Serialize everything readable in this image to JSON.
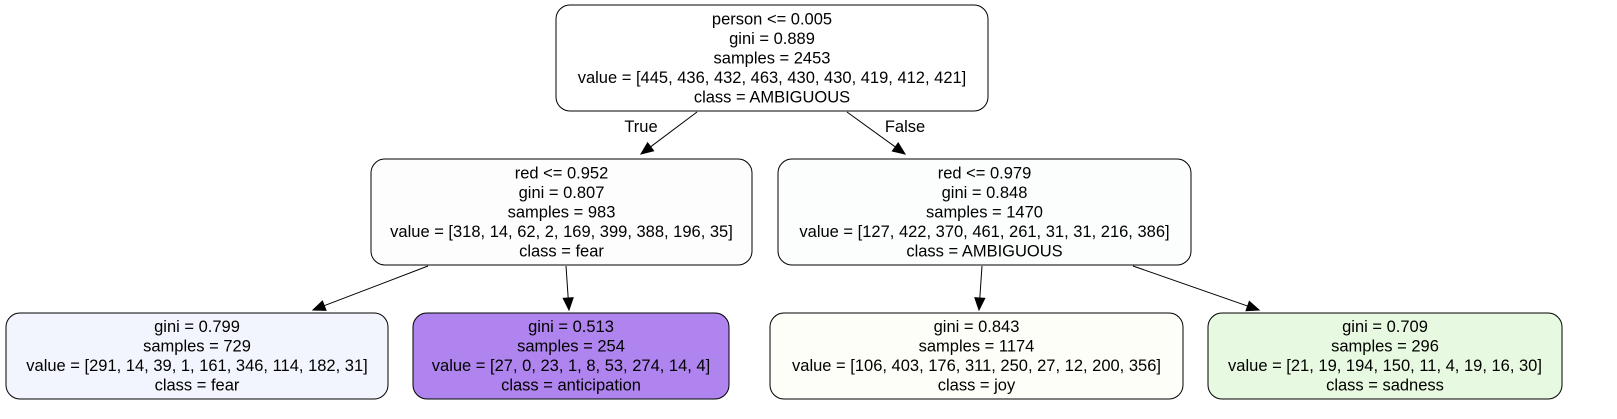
{
  "tree": {
    "nodes": [
      {
        "id": "root",
        "lines": [
          "person <= 0.005",
          "gini = 0.889",
          "samples = 2453",
          "value = [445, 436, 432, 463, 430, 430, 419, 412, 421]",
          "class = AMBIGUOUS"
        ],
        "fill": "#ffffff"
      },
      {
        "id": "left",
        "lines": [
          "red <= 0.952",
          "gini = 0.807",
          "samples = 983",
          "value = [318, 14, 62, 2, 169, 399, 388, 196, 35]",
          "class = fear"
        ],
        "fill": "#fdfdfe"
      },
      {
        "id": "right",
        "lines": [
          "red <= 0.979",
          "gini = 0.848",
          "samples = 1470",
          "value = [127, 422, 370, 461, 261, 31, 31, 216, 386]",
          "class = AMBIGUOUS"
        ],
        "fill": "#fcfefd"
      },
      {
        "id": "ll",
        "lines": [
          "gini = 0.799",
          "samples = 729",
          "value = [291, 14, 39, 1, 161, 346, 114, 182, 31]",
          "class = fear"
        ],
        "fill": "#f2f5fd"
      },
      {
        "id": "lr",
        "lines": [
          "gini = 0.513",
          "samples = 254",
          "value = [27, 0, 23, 1, 8, 53, 274, 14, 4]",
          "class = anticipation"
        ],
        "fill": "#b084ef"
      },
      {
        "id": "rl",
        "lines": [
          "gini = 0.843",
          "samples = 1174",
          "value = [106, 403, 176, 311, 250, 27, 12, 200, 356]",
          "class = joy"
        ],
        "fill": "#fdfef8"
      },
      {
        "id": "rr",
        "lines": [
          "gini = 0.709",
          "samples = 296",
          "value = [21, 19, 194, 150, 11, 4, 19, 16, 30]",
          "class = sadness"
        ],
        "fill": "#e7f9e1"
      }
    ],
    "edges": [
      {
        "from": "root",
        "to": "left",
        "label": "True"
      },
      {
        "from": "root",
        "to": "right",
        "label": "False"
      },
      {
        "from": "left",
        "to": "ll",
        "label": ""
      },
      {
        "from": "left",
        "to": "lr",
        "label": ""
      },
      {
        "from": "right",
        "to": "rl",
        "label": ""
      },
      {
        "from": "right",
        "to": "rr",
        "label": ""
      }
    ]
  }
}
